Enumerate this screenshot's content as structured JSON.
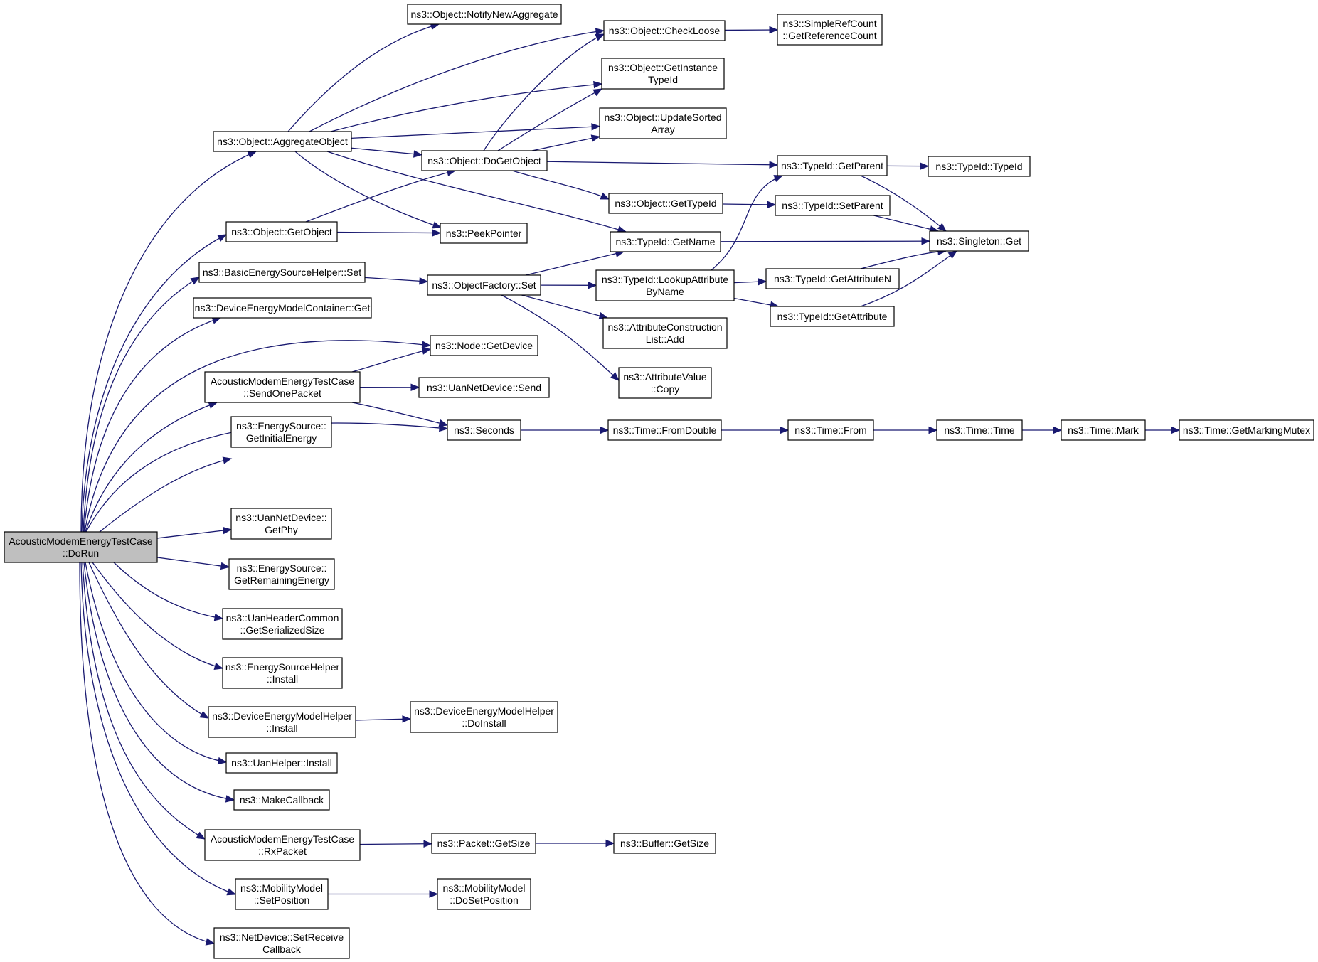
{
  "diagram": {
    "type": "call-graph",
    "nodes": [
      {
        "id": "root",
        "lines": [
          "AcousticModemEnergyTestCase",
          "::DoRun"
        ],
        "highlight": true
      },
      {
        "id": "aggregate",
        "lines": [
          "ns3::Object::AggregateObject"
        ]
      },
      {
        "id": "getobject",
        "lines": [
          "ns3::Object::GetObject"
        ]
      },
      {
        "id": "besh_set",
        "lines": [
          "ns3::BasicEnergySourceHelper::Set"
        ]
      },
      {
        "id": "demc_get",
        "lines": [
          "ns3::DeviceEnergyModelContainer::Get"
        ]
      },
      {
        "id": "sendonepacket",
        "lines": [
          "AcousticModemEnergyTestCase",
          "::SendOnePacket"
        ]
      },
      {
        "id": "es_initial",
        "lines": [
          "ns3::EnergySource::",
          "GetInitialEnergy"
        ]
      },
      {
        "id": "getphy",
        "lines": [
          "ns3::UanNetDevice::",
          "GetPhy"
        ]
      },
      {
        "id": "es_remaining",
        "lines": [
          "ns3::EnergySource::",
          "GetRemainingEnergy"
        ]
      },
      {
        "id": "uhc_size",
        "lines": [
          "ns3::UanHeaderCommon",
          "::GetSerializedSize"
        ]
      },
      {
        "id": "esh_install",
        "lines": [
          "ns3::EnergySourceHelper",
          "::Install"
        ]
      },
      {
        "id": "demh_install",
        "lines": [
          "ns3::DeviceEnergyModelHelper",
          "::Install"
        ]
      },
      {
        "id": "uanhelper_install",
        "lines": [
          "ns3::UanHelper::Install"
        ]
      },
      {
        "id": "makecallback",
        "lines": [
          "ns3::MakeCallback"
        ]
      },
      {
        "id": "rxpacket",
        "lines": [
          "AcousticModemEnergyTestCase",
          "::RxPacket"
        ]
      },
      {
        "id": "mm_setpos",
        "lines": [
          "ns3::MobilityModel",
          "::SetPosition"
        ]
      },
      {
        "id": "nd_setrecv",
        "lines": [
          "ns3::NetDevice::SetReceive",
          "Callback"
        ]
      },
      {
        "id": "notify",
        "lines": [
          "ns3::Object::NotifyNewAggregate"
        ]
      },
      {
        "id": "dogetobject",
        "lines": [
          "ns3::Object::DoGetObject"
        ]
      },
      {
        "id": "peekpointer",
        "lines": [
          "ns3::PeekPointer"
        ]
      },
      {
        "id": "of_set",
        "lines": [
          "ns3::ObjectFactory::Set"
        ]
      },
      {
        "id": "node_getdevice",
        "lines": [
          "ns3::Node::GetDevice"
        ]
      },
      {
        "id": "und_send",
        "lines": [
          "ns3::UanNetDevice::Send"
        ]
      },
      {
        "id": "seconds",
        "lines": [
          "ns3::Seconds"
        ]
      },
      {
        "id": "demh_doinstall",
        "lines": [
          "ns3::DeviceEnergyModelHelper",
          "::DoInstall"
        ]
      },
      {
        "id": "packet_getsize",
        "lines": [
          "ns3::Packet::GetSize"
        ]
      },
      {
        "id": "mm_dosetpos",
        "lines": [
          "ns3::MobilityModel",
          "::DoSetPosition"
        ]
      },
      {
        "id": "checkloose",
        "lines": [
          "ns3::Object::CheckLoose"
        ]
      },
      {
        "id": "getinstancetypeid",
        "lines": [
          "ns3::Object::GetInstance",
          "TypeId"
        ]
      },
      {
        "id": "updatesorted",
        "lines": [
          "ns3::Object::UpdateSorted",
          "Array"
        ]
      },
      {
        "id": "gettypeid",
        "lines": [
          "ns3::Object::GetTypeId"
        ]
      },
      {
        "id": "tid_getname",
        "lines": [
          "ns3::TypeId::GetName"
        ]
      },
      {
        "id": "tid_lookup",
        "lines": [
          "ns3::TypeId::LookupAttribute",
          "ByName"
        ]
      },
      {
        "id": "acl_add",
        "lines": [
          "ns3::AttributeConstruction",
          "List::Add"
        ]
      },
      {
        "id": "av_copy",
        "lines": [
          "ns3::AttributeValue",
          "::Copy"
        ]
      },
      {
        "id": "fromdouble",
        "lines": [
          "ns3::Time::FromDouble"
        ]
      },
      {
        "id": "buffer_getsize",
        "lines": [
          "ns3::Buffer::GetSize"
        ]
      },
      {
        "id": "src_getref",
        "lines": [
          "ns3::SimpleRefCount",
          "::GetReferenceCount"
        ]
      },
      {
        "id": "tid_getparent",
        "lines": [
          "ns3::TypeId::GetParent"
        ]
      },
      {
        "id": "tid_setparent",
        "lines": [
          "ns3::TypeId::SetParent"
        ]
      },
      {
        "id": "tid_getattrn",
        "lines": [
          "ns3::TypeId::GetAttributeN"
        ]
      },
      {
        "id": "tid_getattr",
        "lines": [
          "ns3::TypeId::GetAttribute"
        ]
      },
      {
        "id": "time_from",
        "lines": [
          "ns3::Time::From"
        ]
      },
      {
        "id": "tid_typeid",
        "lines": [
          "ns3::TypeId::TypeId"
        ]
      },
      {
        "id": "singleton_get",
        "lines": [
          "ns3::Singleton::Get"
        ]
      },
      {
        "id": "time_time",
        "lines": [
          "ns3::Time::Time"
        ]
      },
      {
        "id": "time_mark",
        "lines": [
          "ns3::Time::Mark"
        ]
      },
      {
        "id": "time_mutex",
        "lines": [
          "ns3::Time::GetMarkingMutex"
        ]
      }
    ],
    "edges": [
      [
        "root",
        "aggregate"
      ],
      [
        "root",
        "getobject"
      ],
      [
        "root",
        "besh_set"
      ],
      [
        "root",
        "demc_get"
      ],
      [
        "root",
        "node_getdevice"
      ],
      [
        "root",
        "sendonepacket"
      ],
      [
        "root",
        "seconds"
      ],
      [
        "root",
        "es_initial"
      ],
      [
        "root",
        "getphy"
      ],
      [
        "root",
        "es_remaining"
      ],
      [
        "root",
        "uhc_size"
      ],
      [
        "root",
        "esh_install"
      ],
      [
        "root",
        "demh_install"
      ],
      [
        "root",
        "uanhelper_install"
      ],
      [
        "root",
        "makecallback"
      ],
      [
        "root",
        "rxpacket"
      ],
      [
        "root",
        "mm_setpos"
      ],
      [
        "root",
        "nd_setrecv"
      ],
      [
        "aggregate",
        "notify"
      ],
      [
        "aggregate",
        "checkloose"
      ],
      [
        "aggregate",
        "getinstancetypeid"
      ],
      [
        "aggregate",
        "updatesorted"
      ],
      [
        "aggregate",
        "dogetobject"
      ],
      [
        "aggregate",
        "peekpointer"
      ],
      [
        "aggregate",
        "tid_getname"
      ],
      [
        "getobject",
        "dogetobject"
      ],
      [
        "getobject",
        "peekpointer"
      ],
      [
        "dogetobject",
        "checkloose"
      ],
      [
        "dogetobject",
        "getinstancetypeid"
      ],
      [
        "dogetobject",
        "updatesorted"
      ],
      [
        "dogetobject",
        "tid_getparent"
      ],
      [
        "dogetobject",
        "gettypeid"
      ],
      [
        "besh_set",
        "of_set"
      ],
      [
        "of_set",
        "tid_getname"
      ],
      [
        "of_set",
        "tid_lookup"
      ],
      [
        "of_set",
        "acl_add"
      ],
      [
        "of_set",
        "av_copy"
      ],
      [
        "sendonepacket",
        "node_getdevice"
      ],
      [
        "sendonepacket",
        "und_send"
      ],
      [
        "sendonepacket",
        "seconds"
      ],
      [
        "seconds",
        "fromdouble"
      ],
      [
        "fromdouble",
        "time_from"
      ],
      [
        "time_from",
        "time_time"
      ],
      [
        "time_time",
        "time_mark"
      ],
      [
        "time_mark",
        "time_mutex"
      ],
      [
        "demh_install",
        "demh_doinstall"
      ],
      [
        "rxpacket",
        "packet_getsize"
      ],
      [
        "packet_getsize",
        "buffer_getsize"
      ],
      [
        "mm_setpos",
        "mm_dosetpos"
      ],
      [
        "checkloose",
        "src_getref"
      ],
      [
        "gettypeid",
        "tid_setparent"
      ],
      [
        "tid_getname",
        "singleton_get"
      ],
      [
        "tid_lookup",
        "tid_getparent"
      ],
      [
        "tid_lookup",
        "tid_getattrn"
      ],
      [
        "tid_lookup",
        "tid_getattr"
      ],
      [
        "tid_getparent",
        "tid_typeid"
      ],
      [
        "tid_getparent",
        "singleton_get"
      ],
      [
        "tid_setparent",
        "singleton_get"
      ],
      [
        "tid_getattrn",
        "singleton_get"
      ],
      [
        "tid_getattr",
        "singleton_get"
      ]
    ]
  }
}
